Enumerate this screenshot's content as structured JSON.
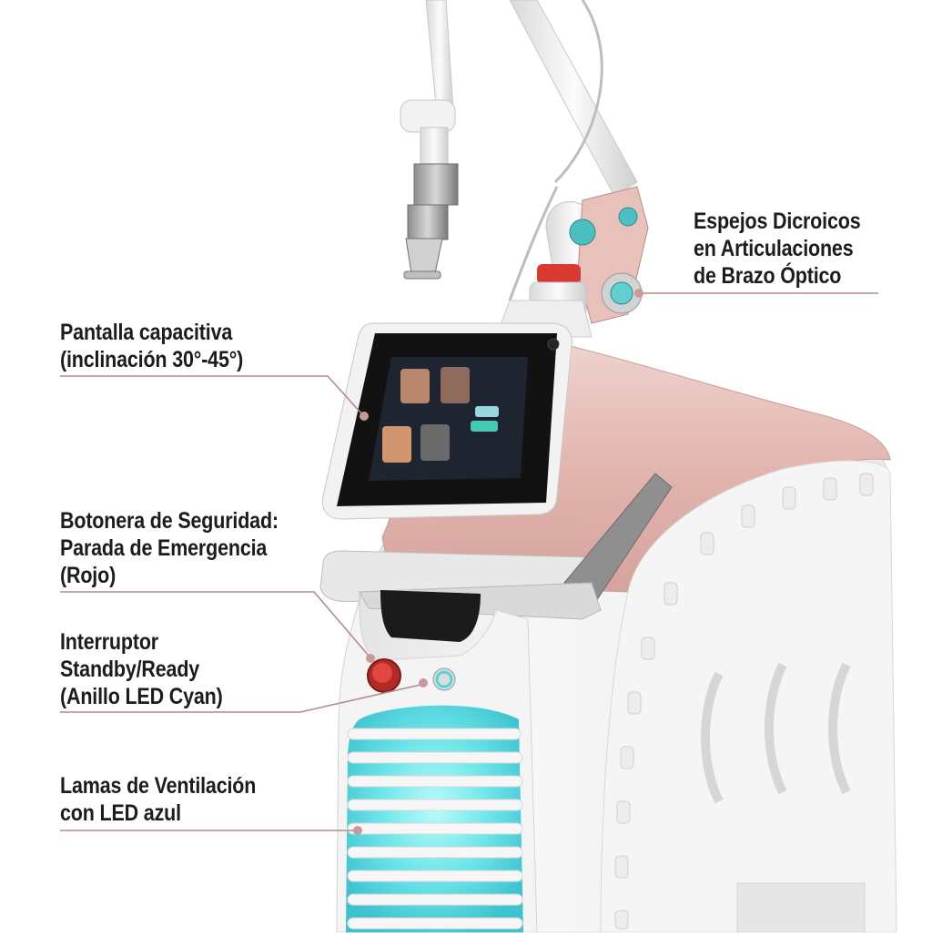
{
  "callouts": {
    "mirrors": {
      "lines": [
        "Espejos Dicroicos",
        "en Articulaciones",
        "de Brazo Óptico"
      ]
    },
    "screen": {
      "lines": [
        "Pantalla capacitiva",
        "(inclinación 30°-45°)"
      ]
    },
    "safety": {
      "lines": [
        "Botonera de Seguridad:",
        "Parada de Emergencia",
        "(Rojo)"
      ]
    },
    "switch": {
      "lines": [
        "Interruptor",
        "Standby/Ready",
        "(Anillo LED Cyan)"
      ]
    },
    "vents": {
      "lines": [
        "Lamas de Ventilación",
        "con LED azul"
      ]
    }
  },
  "colors": {
    "leader": "#b58a8a",
    "pink": "#e3b8b3",
    "body": "#f1f1f1",
    "cyan": "#5fe3e6",
    "red": "#d83a32",
    "screen": "#121212"
  }
}
